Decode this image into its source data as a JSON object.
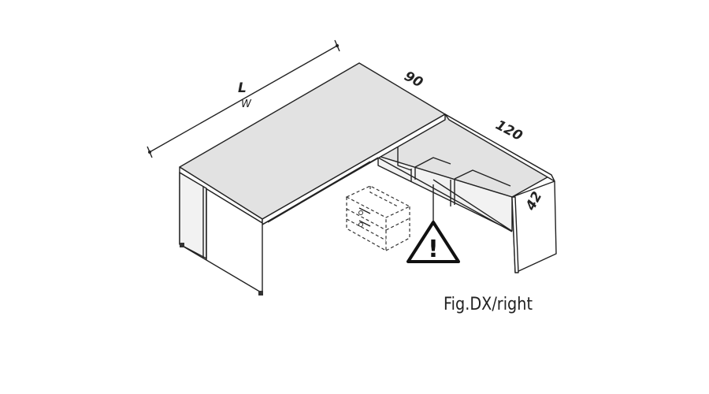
{
  "diagram": {
    "dimensions": {
      "length_label": "L",
      "width_label": "W",
      "depth_label": "90",
      "return_length_label": "120",
      "return_depth_label": "42"
    },
    "caption": "Fig.DX/right",
    "warning_symbol": "!",
    "icons": [
      "warning-triangle-icon"
    ]
  }
}
